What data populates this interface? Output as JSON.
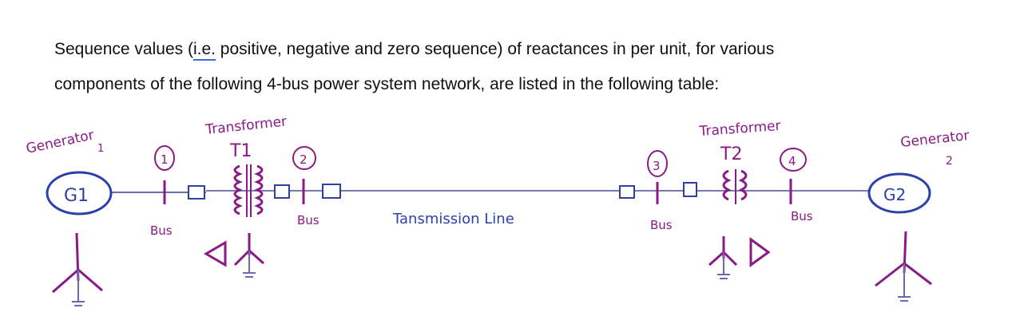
{
  "intro": {
    "part1": "Sequence values (",
    "ie": "i.e.",
    "part2": " positive, negative and zero sequence) of reactances in per unit, for various",
    "line2": "components of the following 4-bus power system network, are listed in the following table:"
  },
  "diagram": {
    "gen1": {
      "label": "Generator",
      "number": "1",
      "symbol": "G1"
    },
    "gen2": {
      "label": "Generator",
      "number": "2",
      "symbol": "G2"
    },
    "t1": {
      "label": "Transformer",
      "symbol": "T1"
    },
    "t2": {
      "label": "Transformer",
      "symbol": "T2"
    },
    "buses": [
      {
        "number": "1",
        "label": "Bus"
      },
      {
        "number": "2",
        "label": "Bus"
      },
      {
        "number": "3",
        "label": "Bus"
      },
      {
        "number": "4",
        "label": "Bus"
      }
    ],
    "line_label": "Tansmission Line",
    "colors": {
      "ink_blue": "#2d3fa8",
      "ink_purple": "#8a1a86",
      "line_gray": "#7a7aa8"
    }
  }
}
